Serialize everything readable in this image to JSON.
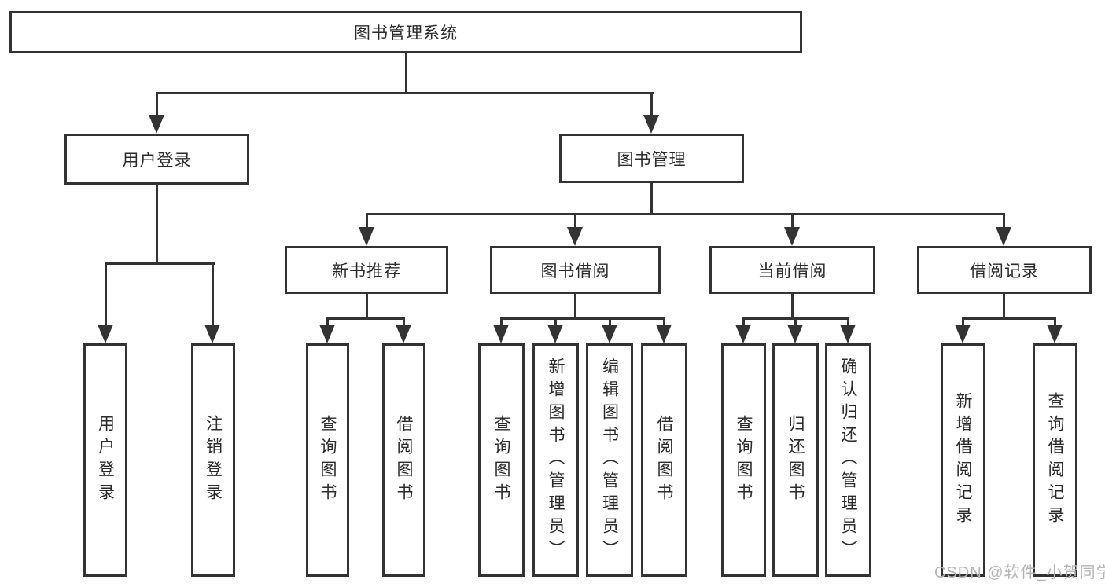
{
  "tree": {
    "root_label": "图书管理系统",
    "branches": [
      {
        "label": "用户登录",
        "leaves": [
          "用户登录",
          "注销登录"
        ]
      },
      {
        "label": "图书管理",
        "groups": [
          {
            "label": "新书推荐",
            "leaves": [
              "查询图书",
              "借阅图书"
            ]
          },
          {
            "label": "图书借阅",
            "leaves": [
              "查询图书",
              "新增图书（管理员）",
              "编辑图书（管理员）",
              "借阅图书"
            ]
          },
          {
            "label": "当前借阅",
            "leaves": [
              "查询图书",
              "归还图书",
              "确认归还（管理员）"
            ]
          },
          {
            "label": "借阅记录",
            "leaves": [
              "新增借阅记录",
              "查询借阅记录"
            ]
          }
        ]
      }
    ]
  },
  "watermark": {
    "text": "CSDN @软件_小贺同学"
  },
  "colors": {
    "line": "#333333",
    "text": "#2b2b2b",
    "watermark_gray": "#b5b5b5",
    "background": "#ffffff"
  }
}
